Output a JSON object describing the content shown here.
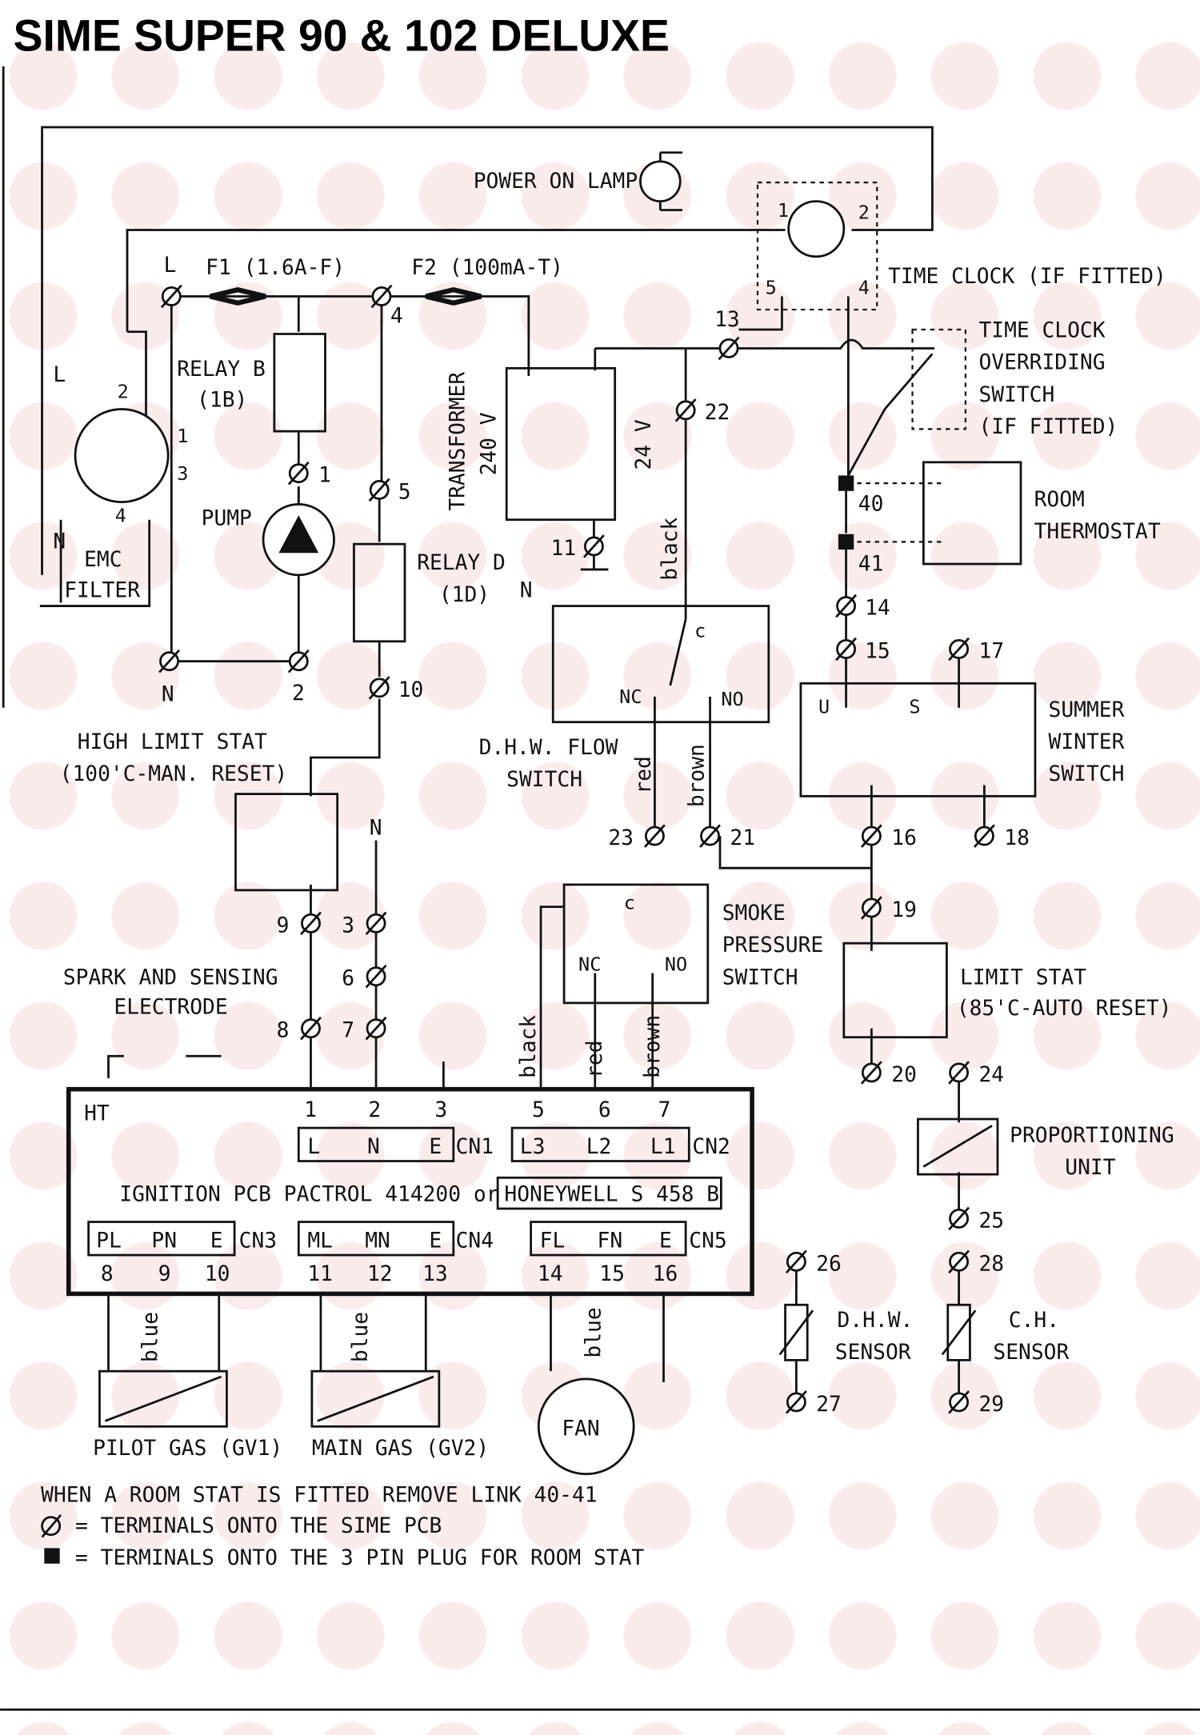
{
  "title": "SIME SUPER 90 & 102 DELUXE",
  "components": {
    "power_on_lamp": "POWER ON LAMP",
    "time_clock": "TIME CLOCK (IF FITTED)",
    "time_clock_override": [
      "TIME CLOCK",
      "OVERRIDING",
      "SWITCH",
      "(IF FITTED)"
    ],
    "fuse1": "F1 (1.6A-F)",
    "fuse2": "F2 (100mA-T)",
    "relay_b": [
      "RELAY B",
      "(1B)"
    ],
    "relay_d": [
      "RELAY D",
      "(1D)"
    ],
    "pump": "PUMP",
    "transformer": [
      "TRANSFORMER",
      "240 V"
    ],
    "secondary_voltage": "24 V",
    "emc_filter": [
      "EMC",
      "FILTER"
    ],
    "room_thermostat": [
      "ROOM",
      "THERMOSTAT"
    ],
    "high_limit_stat": [
      "HIGH LIMIT STAT",
      "(100'C-MAN. RESET)"
    ],
    "dhw_flow_switch": [
      "D.H.W. FLOW",
      "SWITCH"
    ],
    "summer_winter_switch": [
      "SUMMER",
      "WINTER",
      "SWITCH"
    ],
    "smoke_pressure_switch": [
      "SMOKE",
      "PRESSURE",
      "SWITCH"
    ],
    "limit_stat": [
      "LIMIT STAT",
      "(85'C-AUTO RESET)"
    ],
    "spark_electrode": [
      "SPARK AND SENSING",
      "ELECTRODE"
    ],
    "proportioning_unit": [
      "PROPORTIONING",
      "UNIT"
    ],
    "dhw_sensor": [
      "D.H.W.",
      "SENSOR"
    ],
    "ch_sensor": [
      "C.H.",
      "SENSOR"
    ],
    "pilot_gas": "PILOT GAS (GV1)",
    "main_gas": "MAIN GAS (GV2)",
    "fan": "FAN"
  },
  "misc": {
    "L": "L",
    "N": "N",
    "c": "c",
    "nc": "NC",
    "no": "NO",
    "u": "U",
    "s": "S",
    "clock1": "1",
    "clock2": "2",
    "clock5": "5",
    "clock4": "4",
    "emc1": "1",
    "emc2": "2",
    "emc3": "3",
    "emc4": "4"
  },
  "wire_colors": {
    "black": "black",
    "red": "red",
    "brown": "brown",
    "blue": "blue"
  },
  "terminals": {
    "t1": "1",
    "t2": "2",
    "t3": "3",
    "t4": "4",
    "t5": "5",
    "t6": "6",
    "t7": "7",
    "t8": "8",
    "t9": "9",
    "t10": "10",
    "t11": "11",
    "t13": "13",
    "t14": "14",
    "t15": "15",
    "t16": "16",
    "t17": "17",
    "t18": "18",
    "t19": "19",
    "t20": "20",
    "t21": "21",
    "t22": "22",
    "t23": "23",
    "t24": "24",
    "t25": "25",
    "t26": "26",
    "t27": "27",
    "t28": "28",
    "t29": "29",
    "t40": "40",
    "t41": "41"
  },
  "pcb": {
    "ht": "HT",
    "title": "IGNITION PCB PACTROL 414200 or",
    "alt": "HONEYWELL S 458 B",
    "cn1": {
      "name": "CN1",
      "pins": [
        "L",
        "N",
        "E"
      ],
      "nums": [
        "1",
        "2",
        "3"
      ]
    },
    "cn2": {
      "name": "CN2",
      "pins": [
        "L3",
        "L2",
        "L1"
      ],
      "nums": [
        "5",
        "6",
        "7"
      ]
    },
    "cn3": {
      "name": "CN3",
      "pins": [
        "PL",
        "PN",
        "E"
      ],
      "nums": [
        "8",
        "9",
        "10"
      ]
    },
    "cn4": {
      "name": "CN4",
      "pins": [
        "ML",
        "MN",
        "E"
      ],
      "nums": [
        "11",
        "12",
        "13"
      ]
    },
    "cn5": {
      "name": "CN5",
      "pins": [
        "FL",
        "FN",
        "E"
      ],
      "nums": [
        "14",
        "15",
        "16"
      ]
    }
  },
  "notes": [
    "WHEN A ROOM STAT IS FITTED REMOVE LINK 40-41",
    "= TERMINALS ONTO THE SIME PCB",
    "= TERMINALS ONTO THE 3 PIN PLUG FOR ROOM STAT"
  ]
}
